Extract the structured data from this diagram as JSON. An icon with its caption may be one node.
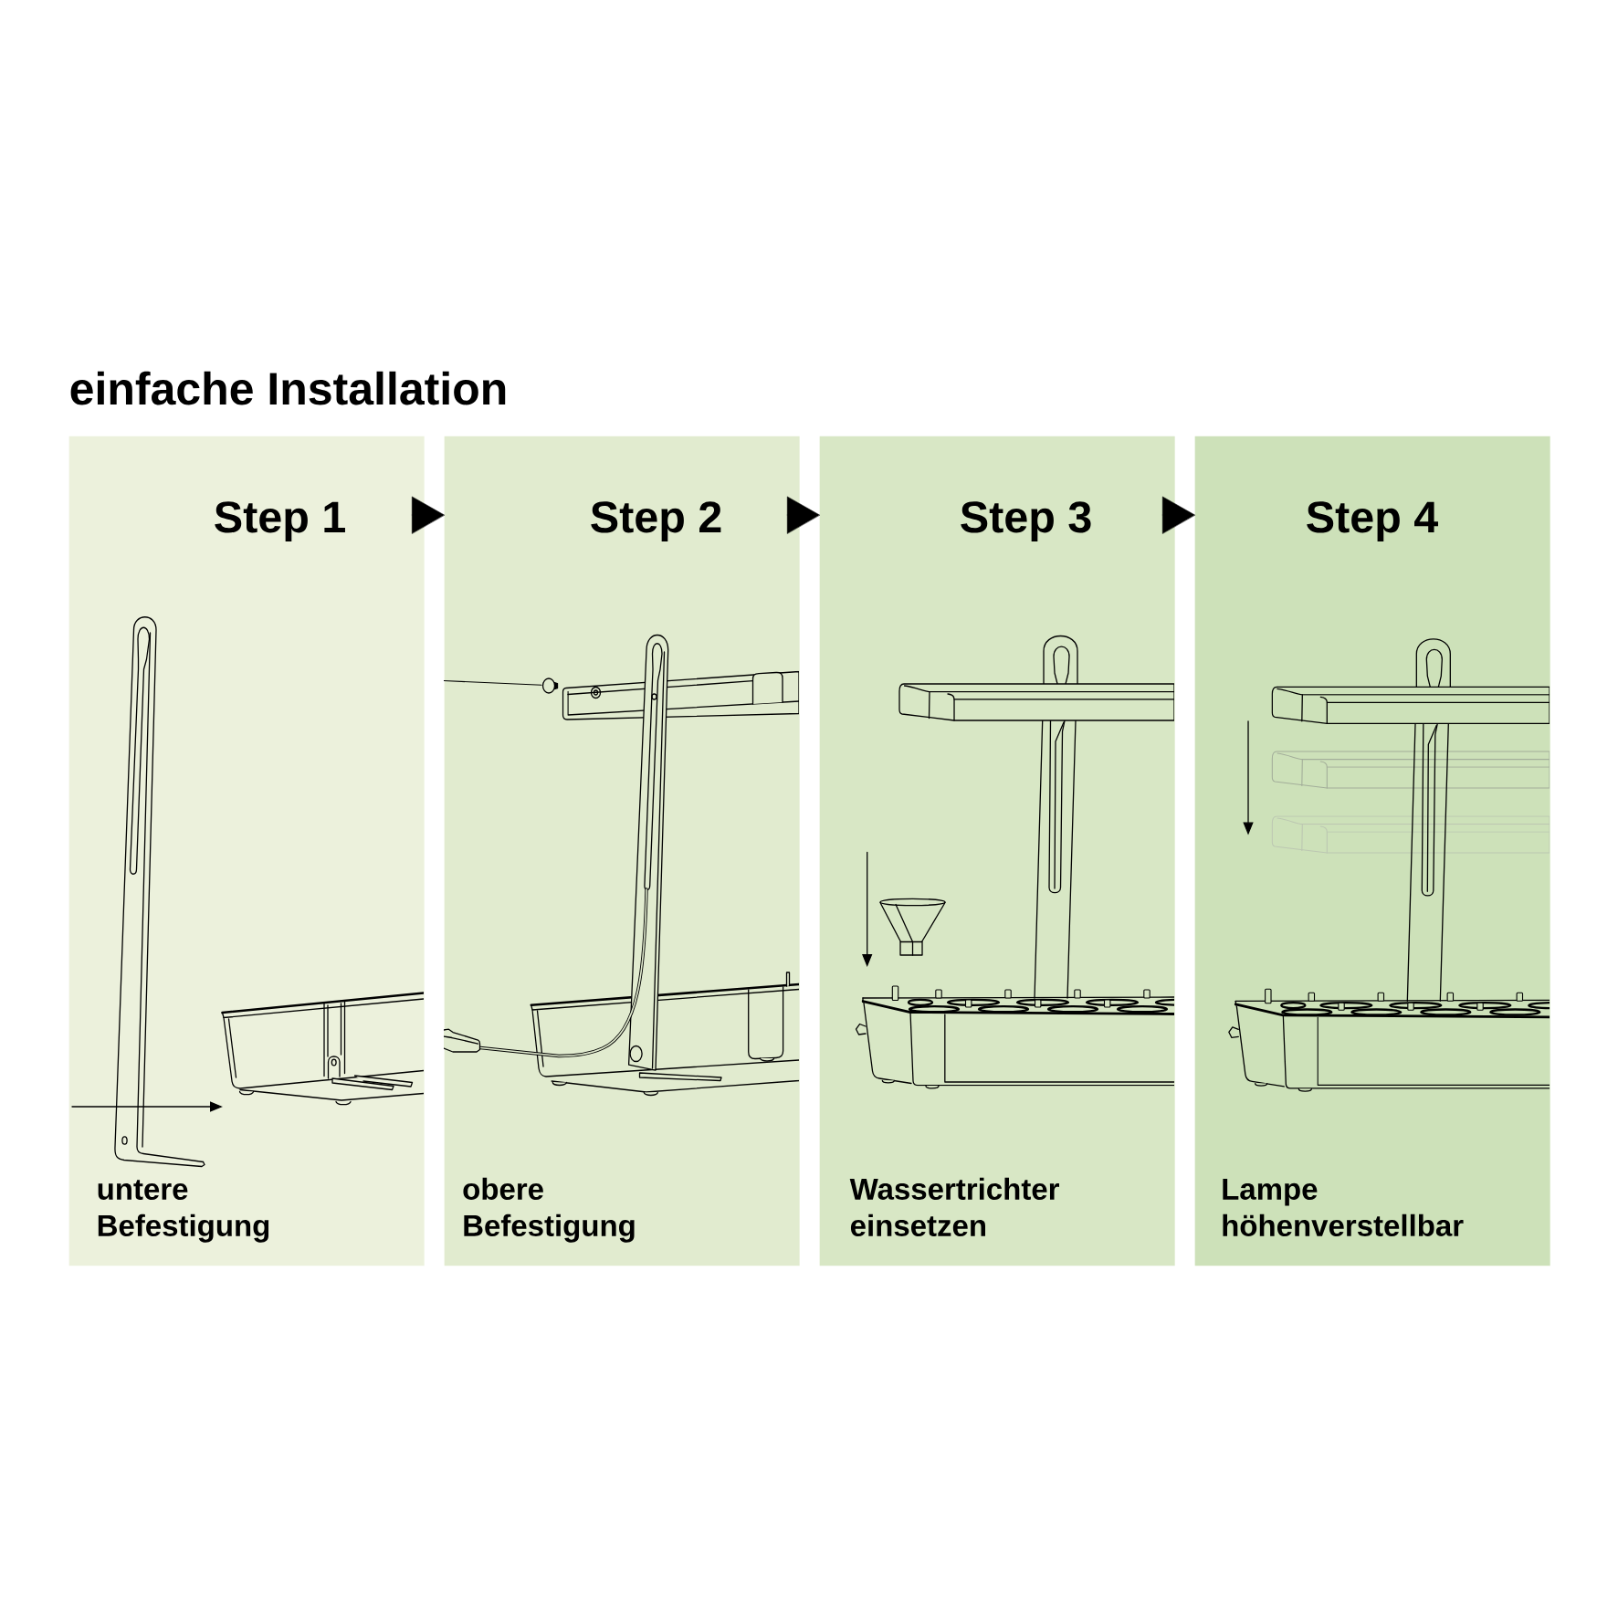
{
  "diagram": {
    "title": "einfache Installation",
    "nodes": [
      {
        "text": [
          "Step 1",
          "untere Befestigung"
        ]
      },
      {
        "text": [
          "Step 2",
          "obere Befestigung"
        ]
      },
      {
        "text": [
          "Step 3",
          "Wassertrichter einsetzen"
        ]
      },
      {
        "text": [
          "Step 4",
          "Lampe höhenverstellbar"
        ]
      }
    ],
    "edges": [
      {
        "from": 0,
        "to": 1,
        "arrow": "to"
      },
      {
        "from": 1,
        "to": 2,
        "arrow": "to"
      },
      {
        "from": 2,
        "to": 3,
        "arrow": "to"
      }
    ]
  }
}
